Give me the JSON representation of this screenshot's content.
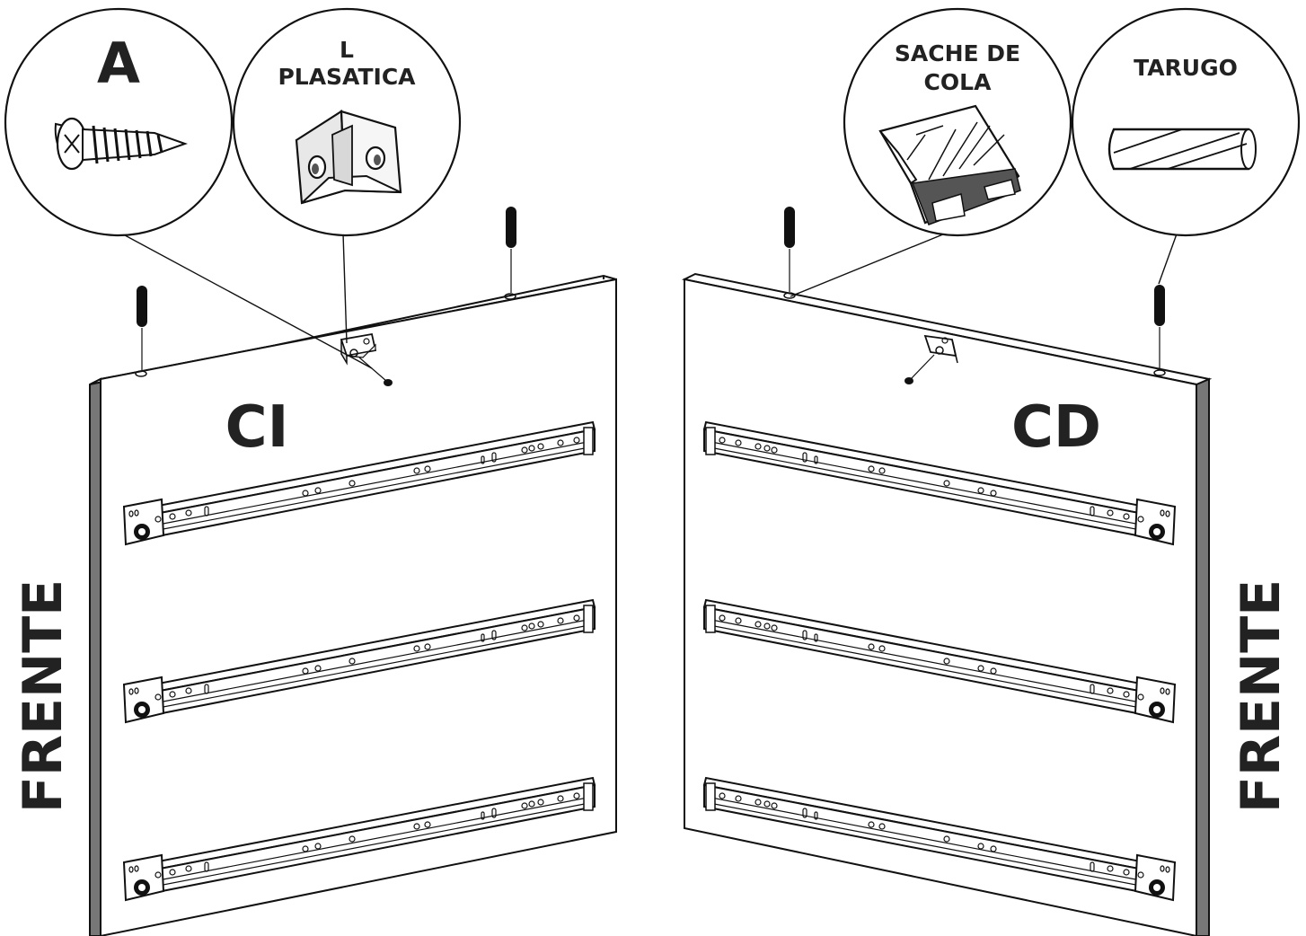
{
  "callouts": {
    "screw_a": {
      "label": "A"
    },
    "l_bracket": {
      "label_line1": "L",
      "label_line2": "PLASATICA"
    },
    "glue_sachet": {
      "label_line1": "SACHE DE",
      "label_line2": "COLA"
    },
    "dowel": {
      "label": "TARUGO"
    }
  },
  "panels": {
    "left": {
      "code": "CI",
      "side_label": "FRENTE"
    },
    "right": {
      "code": "CD",
      "side_label": "FRENTE"
    }
  },
  "colors": {
    "line": "#111111",
    "text": "#222222",
    "edge": "#777777",
    "background": "#ffffff"
  }
}
